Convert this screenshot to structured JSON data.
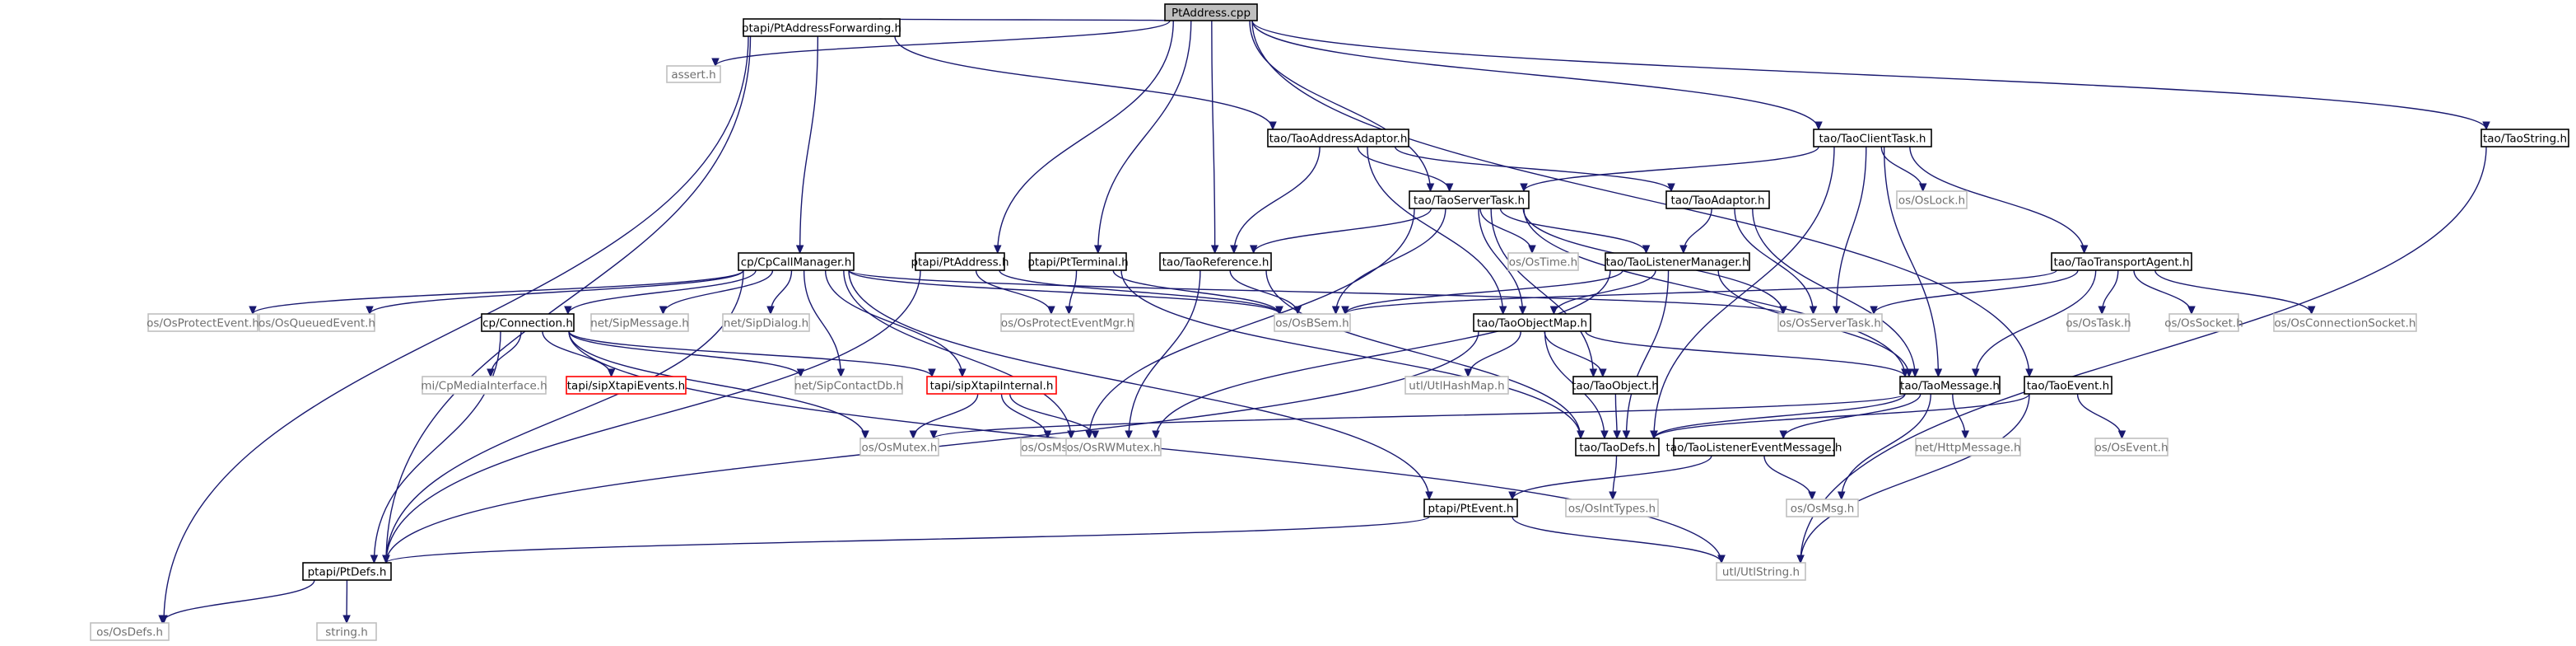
{
  "diagram": {
    "type": "include-dependency-graph",
    "colors": {
      "edge": "#191970",
      "root_fill": "#bfbfbf",
      "external_border": "#c0c0c0",
      "truncated_border": "#ff0000"
    },
    "nodes": [
      {
        "id": "root",
        "label": "PtAddress.cpp",
        "style": "root"
      },
      {
        "id": "assert",
        "label": "assert.h",
        "style": "gray"
      },
      {
        "id": "ptfwd",
        "label": "ptapi/PtAddressForwarding.h",
        "style": "normal"
      },
      {
        "id": "addradaptor",
        "label": "tao/TaoAddressAdaptor.h",
        "style": "normal"
      },
      {
        "id": "clienttask",
        "label": "tao/TaoClientTask.h",
        "style": "normal"
      },
      {
        "id": "taostring",
        "label": "tao/TaoString.h",
        "style": "normal"
      },
      {
        "id": "servertask",
        "label": "tao/TaoServerTask.h",
        "style": "normal"
      },
      {
        "id": "adaptor",
        "label": "tao/TaoAdaptor.h",
        "style": "normal"
      },
      {
        "id": "oslock",
        "label": "os/OsLock.h",
        "style": "gray"
      },
      {
        "id": "cpcallmgr",
        "label": "cp/CpCallManager.h",
        "style": "normal"
      },
      {
        "id": "ptaddress",
        "label": "ptapi/PtAddress.h",
        "style": "normal"
      },
      {
        "id": "ptterminal",
        "label": "ptapi/PtTerminal.h",
        "style": "normal"
      },
      {
        "id": "taoreference",
        "label": "tao/TaoReference.h",
        "style": "normal"
      },
      {
        "id": "ostime",
        "label": "os/OsTime.h",
        "style": "gray"
      },
      {
        "id": "listenermgr",
        "label": "tao/TaoListenerManager.h",
        "style": "normal"
      },
      {
        "id": "transportagent",
        "label": "tao/TaoTransportAgent.h",
        "style": "normal"
      },
      {
        "id": "osprotectevent",
        "label": "os/OsProtectEvent.h",
        "style": "gray"
      },
      {
        "id": "osqueuedevent",
        "label": "os/OsQueuedEvent.h",
        "style": "gray"
      },
      {
        "id": "connection",
        "label": "cp/Connection.h",
        "style": "normal"
      },
      {
        "id": "sipmessage",
        "label": "net/SipMessage.h",
        "style": "gray"
      },
      {
        "id": "sipdialog",
        "label": "net/SipDialog.h",
        "style": "gray"
      },
      {
        "id": "osprotecteventmgr",
        "label": "os/OsProtectEventMgr.h",
        "style": "gray"
      },
      {
        "id": "osbsem",
        "label": "os/OsBSem.h",
        "style": "gray"
      },
      {
        "id": "objectmap",
        "label": "tao/TaoObjectMap.h",
        "style": "normal"
      },
      {
        "id": "osservertask",
        "label": "os/OsServerTask.h",
        "style": "gray"
      },
      {
        "id": "ostask",
        "label": "os/OsTask.h",
        "style": "gray"
      },
      {
        "id": "ossocket",
        "label": "os/OsSocket.h",
        "style": "gray"
      },
      {
        "id": "osconnsocket",
        "label": "os/OsConnectionSocket.h",
        "style": "gray"
      },
      {
        "id": "cpmedia",
        "label": "mi/CpMediaInterface.h",
        "style": "gray"
      },
      {
        "id": "sipxtapievents",
        "label": "tapi/sipXtapiEvents.h",
        "style": "red"
      },
      {
        "id": "sipcontactdb",
        "label": "net/SipContactDb.h",
        "style": "gray"
      },
      {
        "id": "sipxtapiinternal",
        "label": "tapi/sipXtapiInternal.h",
        "style": "red"
      },
      {
        "id": "utlhashmap",
        "label": "utl/UtlHashMap.h",
        "style": "gray"
      },
      {
        "id": "taoobject",
        "label": "tao/TaoObject.h",
        "style": "normal"
      },
      {
        "id": "taomessage",
        "label": "tao/TaoMessage.h",
        "style": "normal"
      },
      {
        "id": "taoevent",
        "label": "tao/TaoEvent.h",
        "style": "normal"
      },
      {
        "id": "osmutex",
        "label": "os/OsMutex.h",
        "style": "gray"
      },
      {
        "id": "osmsgq",
        "label": "os/OsMsgQ.h",
        "style": "gray"
      },
      {
        "id": "osrwmutex",
        "label": "os/OsRWMutex.h",
        "style": "gray"
      },
      {
        "id": "taodefs",
        "label": "tao/TaoDefs.h",
        "style": "normal"
      },
      {
        "id": "listenereventmsg",
        "label": "tao/TaoListenerEventMessage.h",
        "style": "normal"
      },
      {
        "id": "httpmessage",
        "label": "net/HttpMessage.h",
        "style": "gray"
      },
      {
        "id": "osevent",
        "label": "os/OsEvent.h",
        "style": "gray"
      },
      {
        "id": "osinttypes",
        "label": "os/OsIntTypes.h",
        "style": "gray"
      },
      {
        "id": "ptevent",
        "label": "ptapi/PtEvent.h",
        "style": "normal"
      },
      {
        "id": "osmsg",
        "label": "os/OsMsg.h",
        "style": "gray"
      },
      {
        "id": "ptdefs",
        "label": "ptapi/PtDefs.h",
        "style": "normal"
      },
      {
        "id": "utlstring",
        "label": "utl/UtlString.h",
        "style": "gray"
      },
      {
        "id": "osdefs",
        "label": "os/OsDefs.h",
        "style": "gray"
      },
      {
        "id": "stringh",
        "label": "string.h",
        "style": "gray"
      }
    ],
    "edges": [
      [
        "root",
        "assert"
      ],
      [
        "root",
        "ptfwd"
      ],
      [
        "root",
        "ptaddress"
      ],
      [
        "root",
        "ptterminal"
      ],
      [
        "root",
        "taoreference"
      ],
      [
        "root",
        "servertask"
      ],
      [
        "root",
        "clienttask"
      ],
      [
        "root",
        "taoevent"
      ],
      [
        "root",
        "taostring"
      ],
      [
        "ptfwd",
        "cpcallmgr"
      ],
      [
        "ptfwd",
        "addradaptor"
      ],
      [
        "ptfwd",
        "ptdefs"
      ],
      [
        "ptfwd",
        "osdefs"
      ],
      [
        "addradaptor",
        "servertask"
      ],
      [
        "addradaptor",
        "adaptor"
      ],
      [
        "addradaptor",
        "taoreference"
      ],
      [
        "addradaptor",
        "objectmap"
      ],
      [
        "clienttask",
        "servertask"
      ],
      [
        "clienttask",
        "oslock"
      ],
      [
        "clienttask",
        "osservertask"
      ],
      [
        "clienttask",
        "transportagent"
      ],
      [
        "clienttask",
        "taomessage"
      ],
      [
        "clienttask",
        "taodefs"
      ],
      [
        "taostring",
        "utlstring"
      ],
      [
        "servertask",
        "taoreference"
      ],
      [
        "servertask",
        "ostime"
      ],
      [
        "servertask",
        "listenermgr"
      ],
      [
        "servertask",
        "osservertask"
      ],
      [
        "servertask",
        "objectmap"
      ],
      [
        "servertask",
        "taoobject"
      ],
      [
        "servertask",
        "taomessage"
      ],
      [
        "servertask",
        "osbsem"
      ],
      [
        "servertask",
        "osmsgq"
      ],
      [
        "adaptor",
        "listenermgr"
      ],
      [
        "adaptor",
        "taomessage"
      ],
      [
        "adaptor",
        "osservertask"
      ],
      [
        "taoreference",
        "osbsem"
      ],
      [
        "taoreference",
        "osrwmutex"
      ],
      [
        "taoreference",
        "taodefs"
      ],
      [
        "listenermgr",
        "osbsem"
      ],
      [
        "listenermgr",
        "objectmap"
      ],
      [
        "listenermgr",
        "taomessage"
      ],
      [
        "listenermgr",
        "taodefs"
      ],
      [
        "listenermgr",
        "osrwmutex"
      ],
      [
        "transportagent",
        "osservertask"
      ],
      [
        "transportagent",
        "taomessage"
      ],
      [
        "transportagent",
        "ostask"
      ],
      [
        "transportagent",
        "ossocket"
      ],
      [
        "transportagent",
        "osconnsocket"
      ],
      [
        "transportagent",
        "osbsem"
      ],
      [
        "cpcallmgr",
        "osprotectevent"
      ],
      [
        "cpcallmgr",
        "osqueuedevent"
      ],
      [
        "cpcallmgr",
        "connection"
      ],
      [
        "cpcallmgr",
        "sipmessage"
      ],
      [
        "cpcallmgr",
        "sipdialog"
      ],
      [
        "cpcallmgr",
        "sipcontactdb"
      ],
      [
        "cpcallmgr",
        "sipxtapiinternal"
      ],
      [
        "cpcallmgr",
        "osrwmutex"
      ],
      [
        "cpcallmgr",
        "ptevent"
      ],
      [
        "cpcallmgr",
        "ptdefs"
      ],
      [
        "cpcallmgr",
        "osbsem"
      ],
      [
        "cpcallmgr",
        "osservertask"
      ],
      [
        "ptaddress",
        "ptdefs"
      ],
      [
        "ptaddress",
        "osbsem"
      ],
      [
        "ptaddress",
        "osprotecteventmgr"
      ],
      [
        "ptterminal",
        "osprotecteventmgr"
      ],
      [
        "ptterminal",
        "osbsem"
      ],
      [
        "ptterminal",
        "taodefs"
      ],
      [
        "connection",
        "cpmedia"
      ],
      [
        "connection",
        "sipxtapievents"
      ],
      [
        "connection",
        "sipcontactdb"
      ],
      [
        "connection",
        "sipxtapiinternal"
      ],
      [
        "connection",
        "osmutex"
      ],
      [
        "connection",
        "utlstring"
      ],
      [
        "connection",
        "ptdefs"
      ],
      [
        "sipxtapiinternal",
        "osmutex"
      ],
      [
        "sipxtapiinternal",
        "osmsgq"
      ],
      [
        "sipxtapiinternal",
        "osrwmutex"
      ],
      [
        "objectmap",
        "utlhashmap"
      ],
      [
        "objectmap",
        "taoobject"
      ],
      [
        "objectmap",
        "taodefs"
      ],
      [
        "objectmap",
        "taomessage"
      ],
      [
        "objectmap",
        "ptdefs"
      ],
      [
        "taoobject",
        "taodefs"
      ],
      [
        "taomessage",
        "taodefs"
      ],
      [
        "taomessage",
        "listenereventmsg"
      ],
      [
        "taomessage",
        "httpmessage"
      ],
      [
        "taomessage",
        "osmsg"
      ],
      [
        "taomessage",
        "osmutex"
      ],
      [
        "taoevent",
        "taodefs"
      ],
      [
        "taoevent",
        "osevent"
      ],
      [
        "taoevent",
        "utlstring"
      ],
      [
        "listenereventmsg",
        "osmsg"
      ],
      [
        "listenereventmsg",
        "ptevent"
      ],
      [
        "taodefs",
        "osinttypes"
      ],
      [
        "ptevent",
        "ptdefs"
      ],
      [
        "ptevent",
        "utlstring"
      ],
      [
        "ptdefs",
        "osdefs"
      ],
      [
        "ptdefs",
        "stringh"
      ]
    ]
  }
}
